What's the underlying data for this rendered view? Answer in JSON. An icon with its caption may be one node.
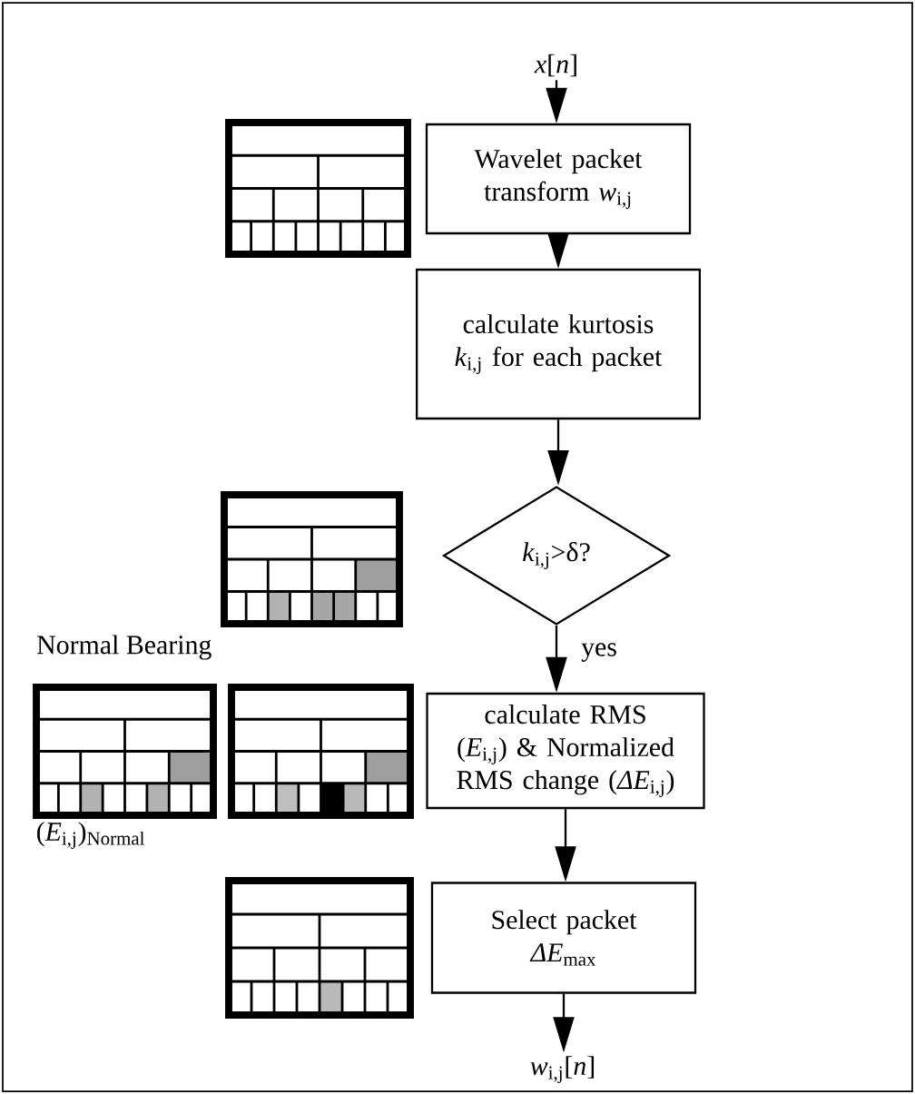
{
  "diagram": {
    "nodes": [
      {
        "text": [
          "*x*[*n*]"
        ]
      },
      {
        "text": [
          "Wavelet packet transform *w*$_{i,j}$"
        ]
      },
      {
        "text": [
          "calculate kurtosis *k*$_{i,j}$ for each packet"
        ]
      },
      {
        "text": [
          "*k*$_{i,j}$>δ?"
        ]
      },
      {
        "text": [
          "calculate RMS (*E*$_{i,j}$) & Normalized RMS change (*ΔE*$_{i,j}$)"
        ]
      },
      {
        "text": [
          "Select packet *ΔE*$_{max}$"
        ]
      },
      {
        "text": [
          "*w*$_{i,j}$[*n*]"
        ]
      }
    ],
    "edges": [
      {
        "from": 0,
        "to": 1,
        "arrow": "to"
      },
      {
        "from": 1,
        "to": 2,
        "arrow": "to"
      },
      {
        "from": 2,
        "to": 3,
        "arrow": "to"
      },
      {
        "from": 3,
        "to": 4,
        "arrow": "to",
        "label": "yes"
      },
      {
        "from": 4,
        "to": 5,
        "arrow": "to"
      },
      {
        "from": 5,
        "to": 6,
        "arrow": "to"
      }
    ],
    "labels": [
      "Normal Bearing",
      "(*E*$_{i,j}$)$_{Normal}$"
    ]
  }
}
